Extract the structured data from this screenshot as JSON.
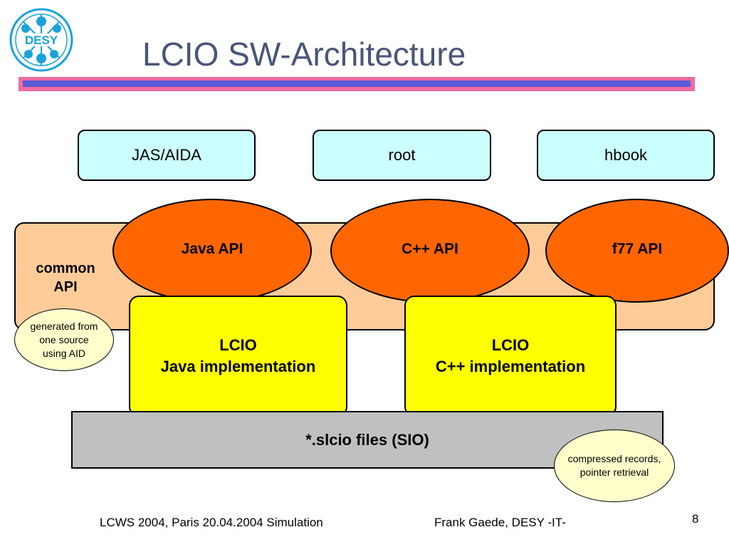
{
  "title": "LCIO SW-Architecture",
  "logo": {
    "text": "DESY",
    "color": "#19a3d9"
  },
  "colors": {
    "title": "#4a5578",
    "bar_outer": "#f06aa0",
    "bar_inner": "#5b5bd6",
    "top_box": "#ccffff",
    "common_api": "#ffcc99",
    "api_ellipse": "#ff6600",
    "implementation": "#ffff00",
    "files": "#c0c0c0",
    "note": "#ffffcc"
  },
  "top_tools": [
    {
      "label": "JAS/AIDA"
    },
    {
      "label": "root"
    },
    {
      "label": "hbook"
    }
  ],
  "common_api": {
    "line1": "common",
    "line2": "API"
  },
  "apis": [
    {
      "label": "Java API"
    },
    {
      "label": "C++ API"
    },
    {
      "label": "f77 API"
    }
  ],
  "implementations": [
    {
      "line1": "LCIO",
      "line2": "Java implementation"
    },
    {
      "line1": "LCIO",
      "line2": "C++ implementation"
    }
  ],
  "files": {
    "label": "*.slcio files (SIO)"
  },
  "notes": {
    "generated": {
      "line1": "generated from",
      "line2": "one source",
      "line3": "using AID"
    },
    "compressed": {
      "line1": "compressed records,",
      "line2": "pointer retrieval"
    }
  },
  "footer": {
    "left": "LCWS 2004, Paris 20.04.2004 Simulation",
    "right": "Frank Gaede, DESY -IT-",
    "page_number": "8"
  }
}
